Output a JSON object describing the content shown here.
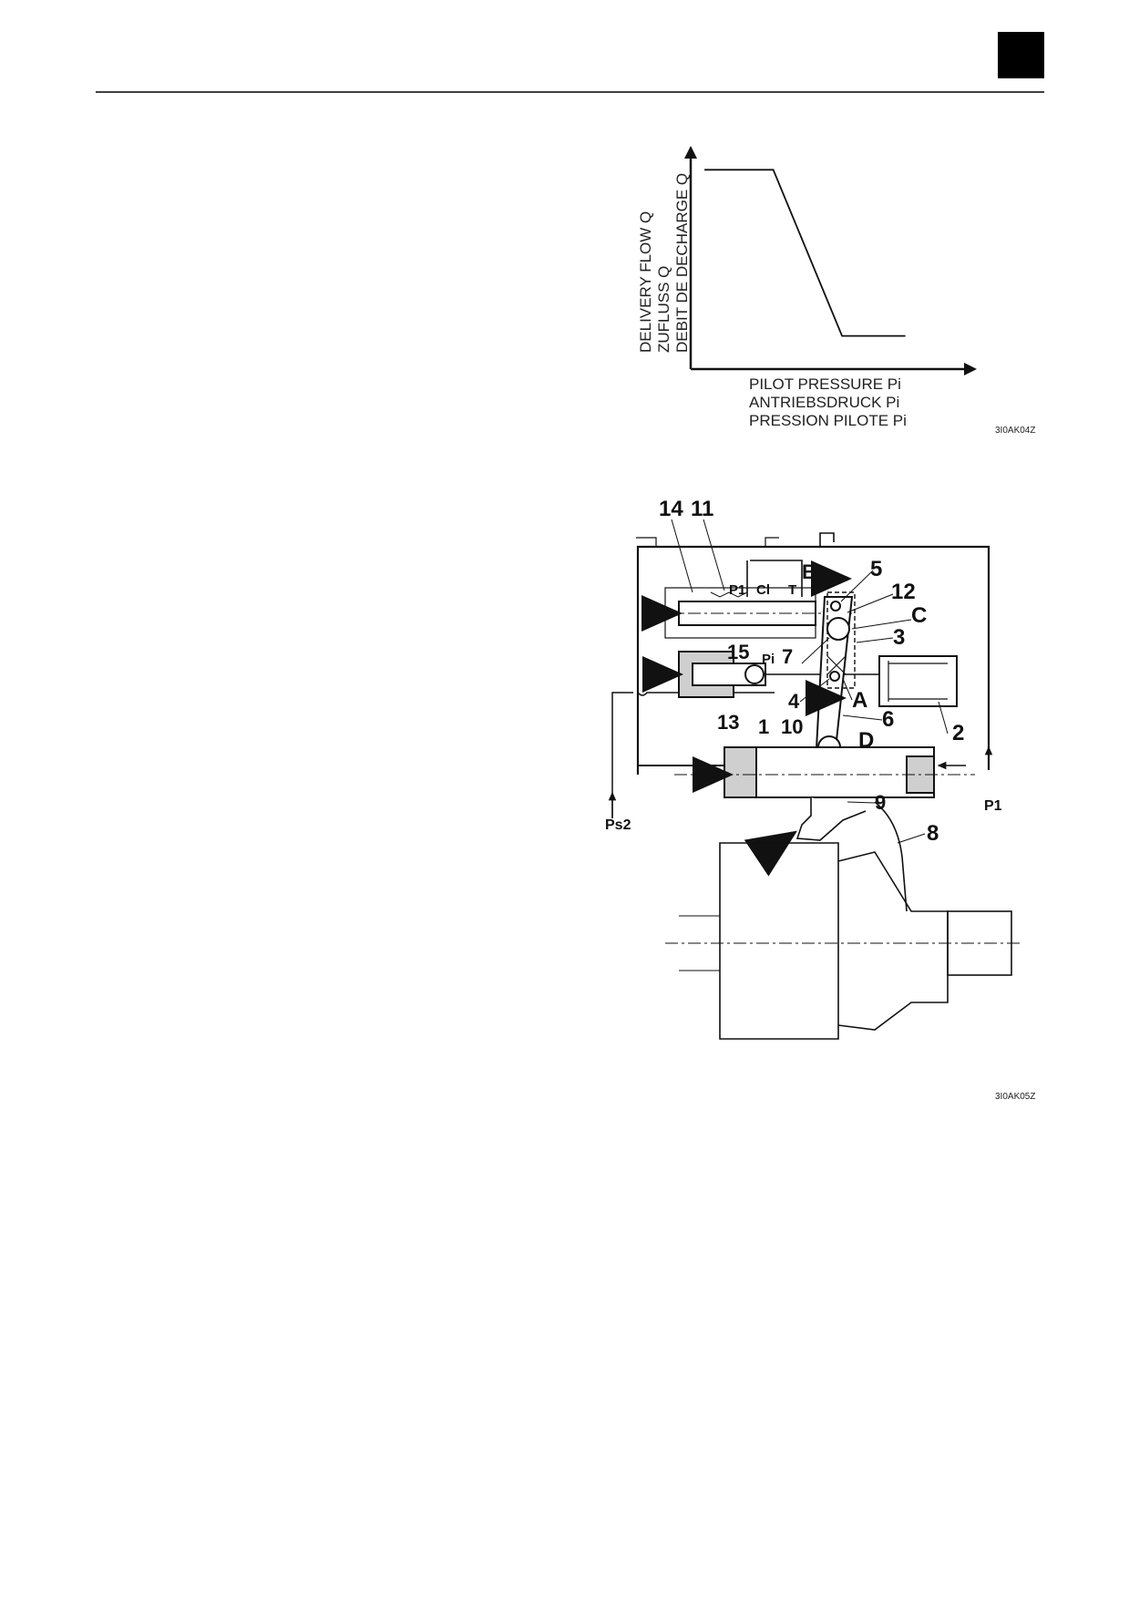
{
  "header": {
    "tab_color": "#000000",
    "rule_color": "#000000"
  },
  "chart": {
    "ylabel_lines": [
      "DELIVERY FLOW Q",
      "ZUFLUSS Q",
      "DEBIT DE DECHARGE Q"
    ],
    "xlabel_lines": [
      "PILOT PRESSURE Pi",
      "ANTRIEBSDRUCK Pi",
      "PRESSION PILOTE Pi"
    ],
    "figure_code": "3I0AK04Z"
  },
  "chart_data": {
    "type": "line",
    "title": "",
    "xlabel": "PILOT PRESSURE Pi / ANTRIEBSDRUCK Pi / PRESSION PILOTE Pi",
    "ylabel": "DELIVERY FLOW Q / ZUFLUSS Q / DEBIT DE DECHARGE Q",
    "axis_ticks": "none",
    "grid": false,
    "series": [
      {
        "x": [
          0.05,
          0.3,
          0.55,
          0.78
        ],
        "y": [
          0.9,
          0.9,
          0.15,
          0.15
        ]
      }
    ]
  },
  "diagram": {
    "figure_code": "3I0AK05Z",
    "callouts": [
      "14",
      "11",
      "5",
      "12",
      "C",
      "3",
      "B",
      "P1",
      "Cl",
      "T",
      "15",
      "Pi",
      "7",
      "4",
      "A",
      "6",
      "2",
      "13",
      "1",
      "10",
      "D",
      "9",
      "8",
      "Ps2",
      "P1"
    ]
  }
}
